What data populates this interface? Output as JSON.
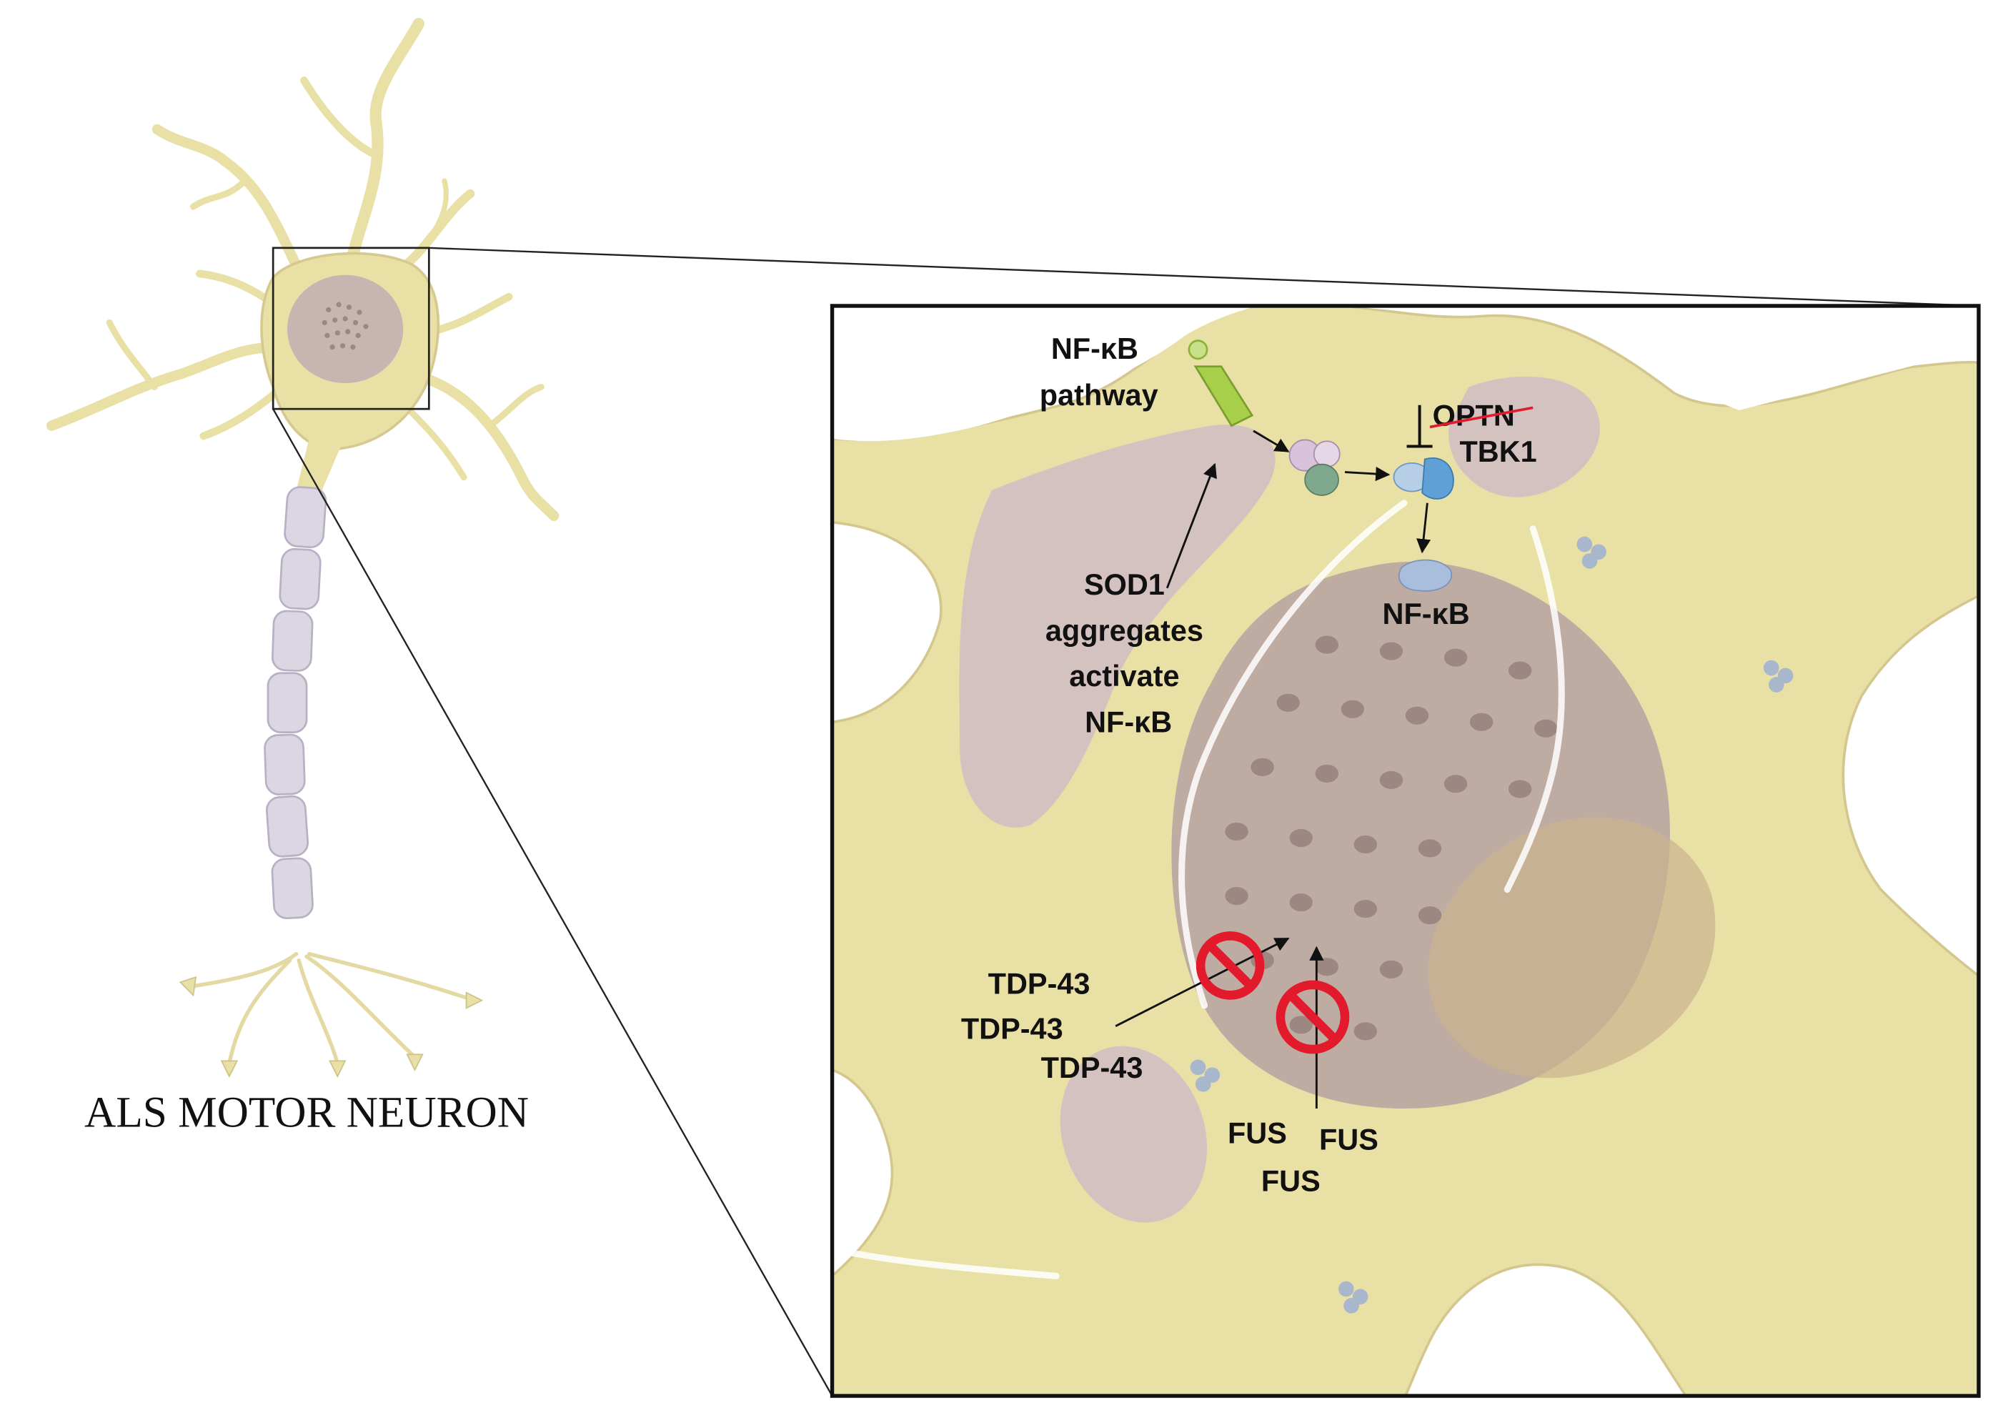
{
  "neuron": {
    "caption": "ALS MOTOR NEURON"
  },
  "inset": {
    "labels": {
      "nfkb_pathway": [
        "NF-κB",
        "pathway"
      ],
      "optn": "OPTN",
      "tbk1": "TBK1",
      "nfkb": "NF-κB",
      "sod1": [
        "SOD1",
        "aggregates",
        "activate",
        "NF-κB"
      ],
      "tdp43": [
        "TDP-43",
        "TDP-43",
        "TDP-43"
      ],
      "fus": [
        "FUS",
        "FUS",
        "FUS"
      ]
    }
  },
  "colors": {
    "cytoplasm": "#e9e0a6",
    "membrane_outline": "#cfc38a",
    "nucleus": "#b9a6a2",
    "nuclear_pore": "#9d8782",
    "er_purple": "#cdb9c9",
    "prohibit_red": "#e21a2c",
    "optn_strike": "#e21a2c",
    "receptor_green": "#a8cf4a",
    "complex_green": "#7fa88c",
    "complex_pink": "#d9c2dc",
    "kinase_blue": "#7fb2d9",
    "nfkb_blue": "#a9bedd",
    "axon_myelin": "#dcd6e3"
  },
  "icons": {
    "prohibit": "prohibit-icon",
    "receptor": "receptor-icon",
    "complex": "ikk-complex-icon",
    "kinase": "tbk1-kinase-icon",
    "transcription_factor": "nfkb-protein-icon"
  }
}
